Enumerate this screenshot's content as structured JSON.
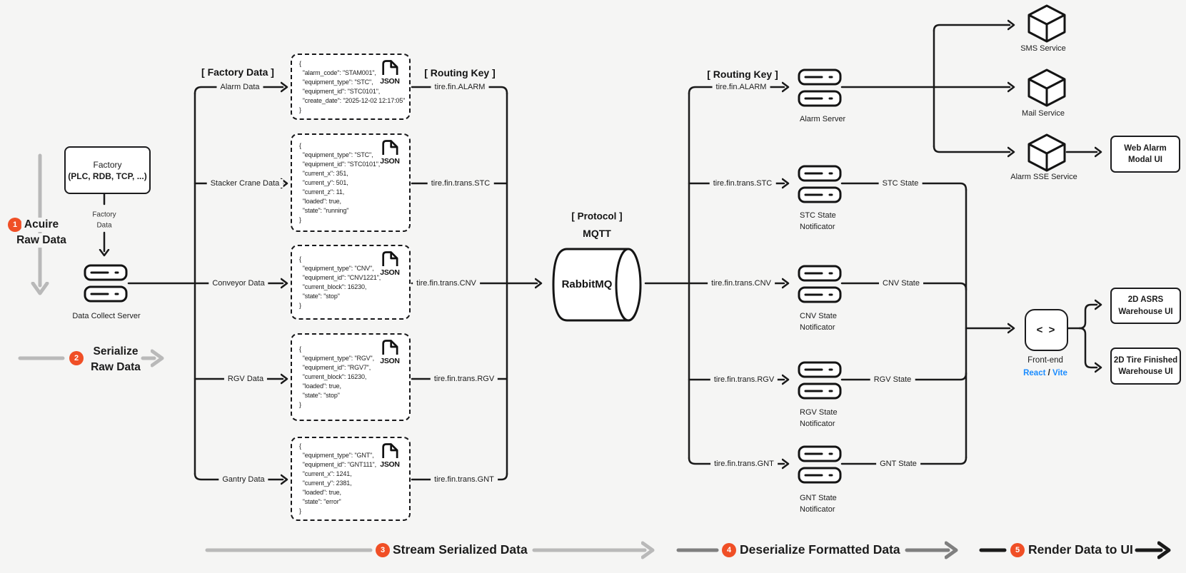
{
  "colors": {
    "background": "#F5F5F4",
    "ink": "#1A1A1A",
    "accent_orange": "#F04F26",
    "link_blue": "#1A8CFF",
    "wire_gray_light": "#B9B9B9",
    "wire_gray_mid": "#7F7F7F"
  },
  "steps": [
    {
      "num": "1",
      "lines": [
        "Acuire",
        "Raw Data"
      ]
    },
    {
      "num": "2",
      "lines": [
        "Serialize",
        "Raw Data"
      ]
    },
    {
      "num": "3",
      "label": "Stream Serialized Data"
    },
    {
      "num": "4",
      "label": "Deserialize Formatted Data"
    },
    {
      "num": "5",
      "label": "Render Data to UI"
    }
  ],
  "headers": {
    "factory_data": "[ Factory Data ]",
    "routing_left": "[ Routing Key ]",
    "routing_right": "[ Routing Key ]",
    "protocol": "[ Protocol ]"
  },
  "factory": {
    "title": "Factory",
    "subtitle": "(PLC, RDB, TCP, ...)",
    "edge1": "Factory",
    "edge2": "Data",
    "server_caption": "Data Collect Server"
  },
  "json_icon_label": "JSON",
  "branches": [
    {
      "label": "Alarm Data",
      "json": [
        "{",
        "  \"alarm_code\": \"STAM001\",",
        "  \"equipment_type\": \"STC\",",
        "  \"equipment_id\": \"STC0101\",",
        "  \"create_date\": \"2025-12-02 12:17:05\"",
        "}"
      ]
    },
    {
      "label": "Stacker Crane Data",
      "json": [
        "{",
        "  \"equipment_type\": \"STC\",",
        "  \"equipment_id\": \"STC0101\",",
        "  \"current_x\": 351,",
        "  \"current_y\": 501,",
        "  \"current_z\": 11,",
        "  \"loaded\": true,",
        "  \"state\": \"running\"",
        "}"
      ]
    },
    {
      "label": "Conveyor Data",
      "json": [
        "{",
        "  \"equipment_type\": \"CNV\",",
        "  \"equipment_id\": \"CNV1221\",",
        "  \"current_block\": 16230,",
        "  \"state\": \"stop\"",
        "}"
      ]
    },
    {
      "label": "RGV Data",
      "json": [
        "{",
        "  \"equipment_type\": \"RGV\",",
        "  \"equipment_id\": \"RGV7\",",
        "  \"current_block\": 16230,",
        "  \"loaded\": true,",
        "  \"state\": \"stop\"",
        "}"
      ]
    },
    {
      "label": "Gantry Data",
      "json": [
        "{",
        "  \"equipment_type\": \"GNT\",",
        "  \"equipment_id\": \"GNT111\",",
        "  \"current_x\": 1241,",
        "  \"current_y\": 2381,",
        "  \"loaded\": true,",
        "  \"state\": \"error\"",
        "}"
      ]
    }
  ],
  "routing_keys": [
    "tire.fin.ALARM",
    "tire.fin.trans.STC",
    "tire.fin.trans.CNV",
    "tire.fin.trans.RGV",
    "tire.fin.trans.GNT"
  ],
  "broker": {
    "name": "RabbitMQ",
    "protocol": "MQTT"
  },
  "consumers": [
    {
      "caption": [
        "Alarm Server"
      ]
    },
    {
      "caption": [
        "STC State",
        "Notificator"
      ],
      "state": "STC State"
    },
    {
      "caption": [
        "CNV State",
        "Notificator"
      ],
      "state": "CNV State"
    },
    {
      "caption": [
        "RGV State",
        "Notificator"
      ],
      "state": "RGV State"
    },
    {
      "caption": [
        "GNT State",
        "Notificator"
      ],
      "state": "GNT State"
    }
  ],
  "services": [
    "SMS Service",
    "Mail Service",
    "Alarm SSE Service"
  ],
  "ui": {
    "web_alarm": [
      "Web Alarm",
      "Modal UI"
    ],
    "asrs": [
      "2D ASRS",
      "Warehouse UI"
    ],
    "tire": [
      "2D Tire Finished",
      "Warehouse UI"
    ]
  },
  "frontend": {
    "glyph": "< >",
    "caption": "Front-end",
    "react": "React",
    "sep": " / ",
    "vite": "Vite"
  }
}
